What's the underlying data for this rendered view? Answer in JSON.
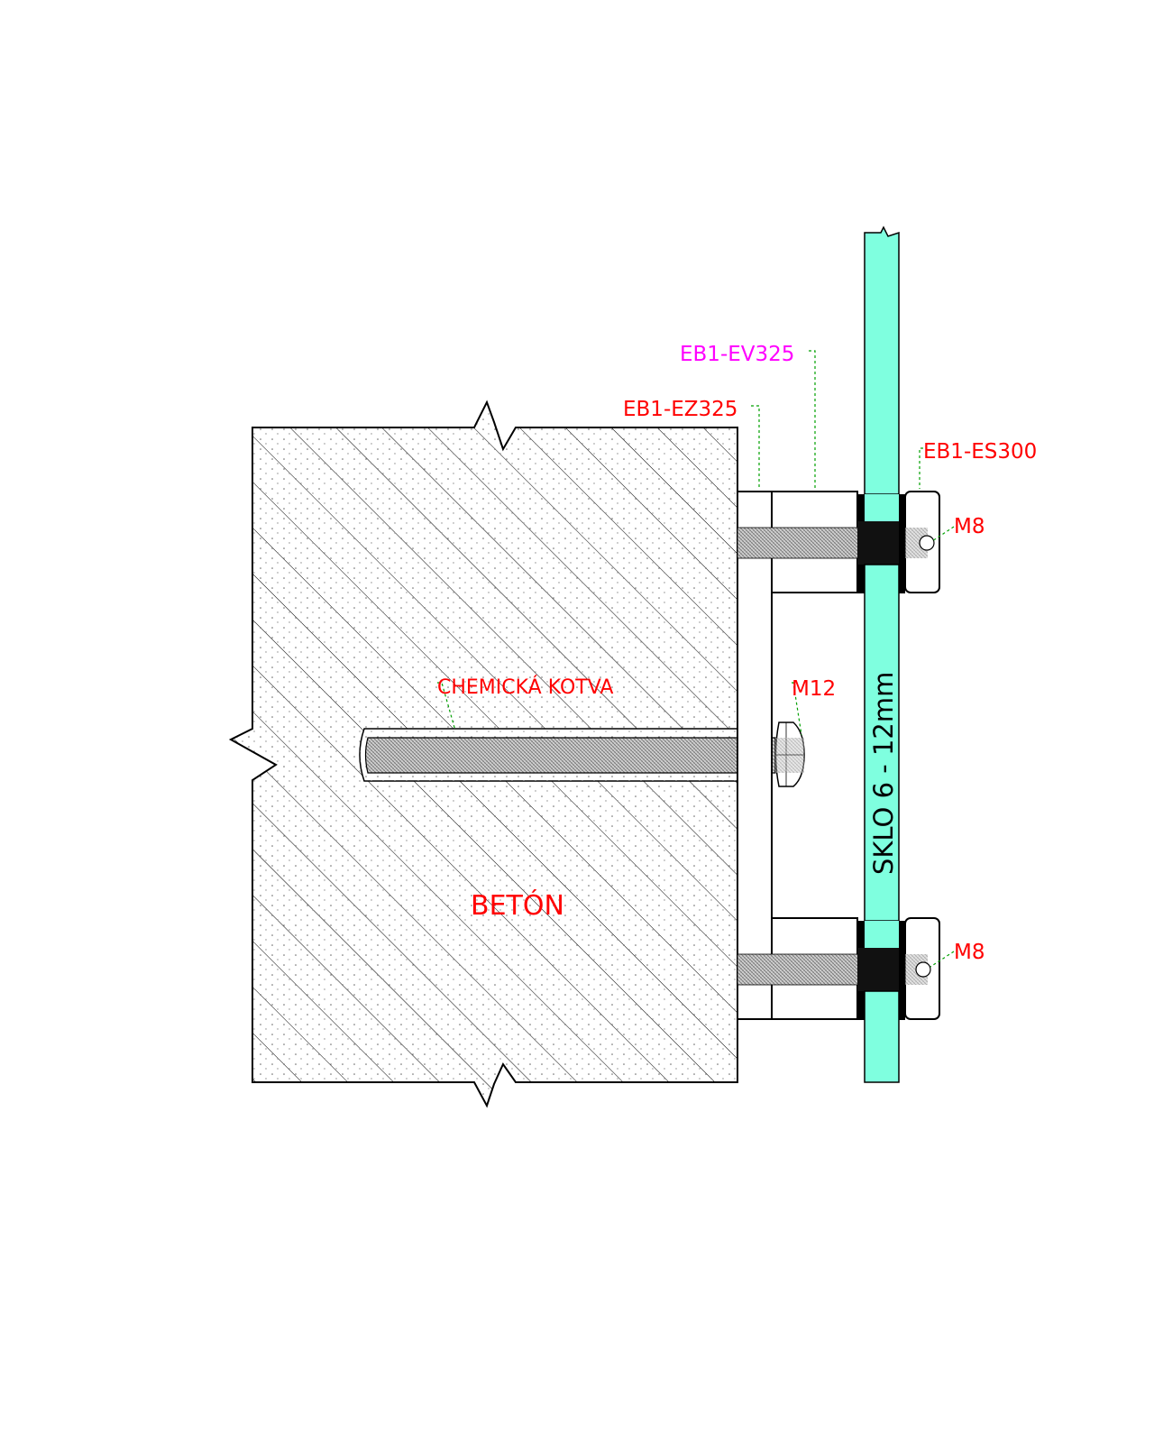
{
  "labels": {
    "ev325": "EB1-EV325",
    "ez325": "EB1-EZ325",
    "es300": "EB1-ES300",
    "m8_top": "M8",
    "m8_bottom": "M8",
    "m12": "M12",
    "chem_anchor": "CHEMICKÁ KOTVA",
    "concrete": "BETÓN",
    "glass": "SKLO  6 - 12mm"
  },
  "colors": {
    "glass": "#7fffdf",
    "label_red": "#ff0000",
    "label_magenta": "#ff00ff",
    "leader_green": "#00a000",
    "outline": "#000000"
  }
}
